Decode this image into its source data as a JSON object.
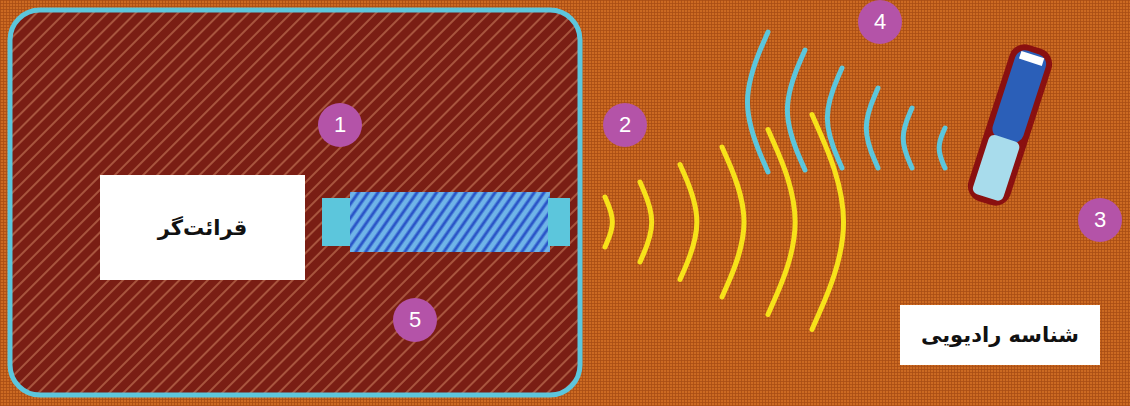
{
  "diagram": {
    "nodes": [
      {
        "text": [
          "قرائت‌گر"
        ]
      },
      {
        "text": [
          "شناسه رادیویی"
        ]
      }
    ],
    "labels": [
      "1",
      "2",
      "3",
      "4",
      "5"
    ]
  }
}
